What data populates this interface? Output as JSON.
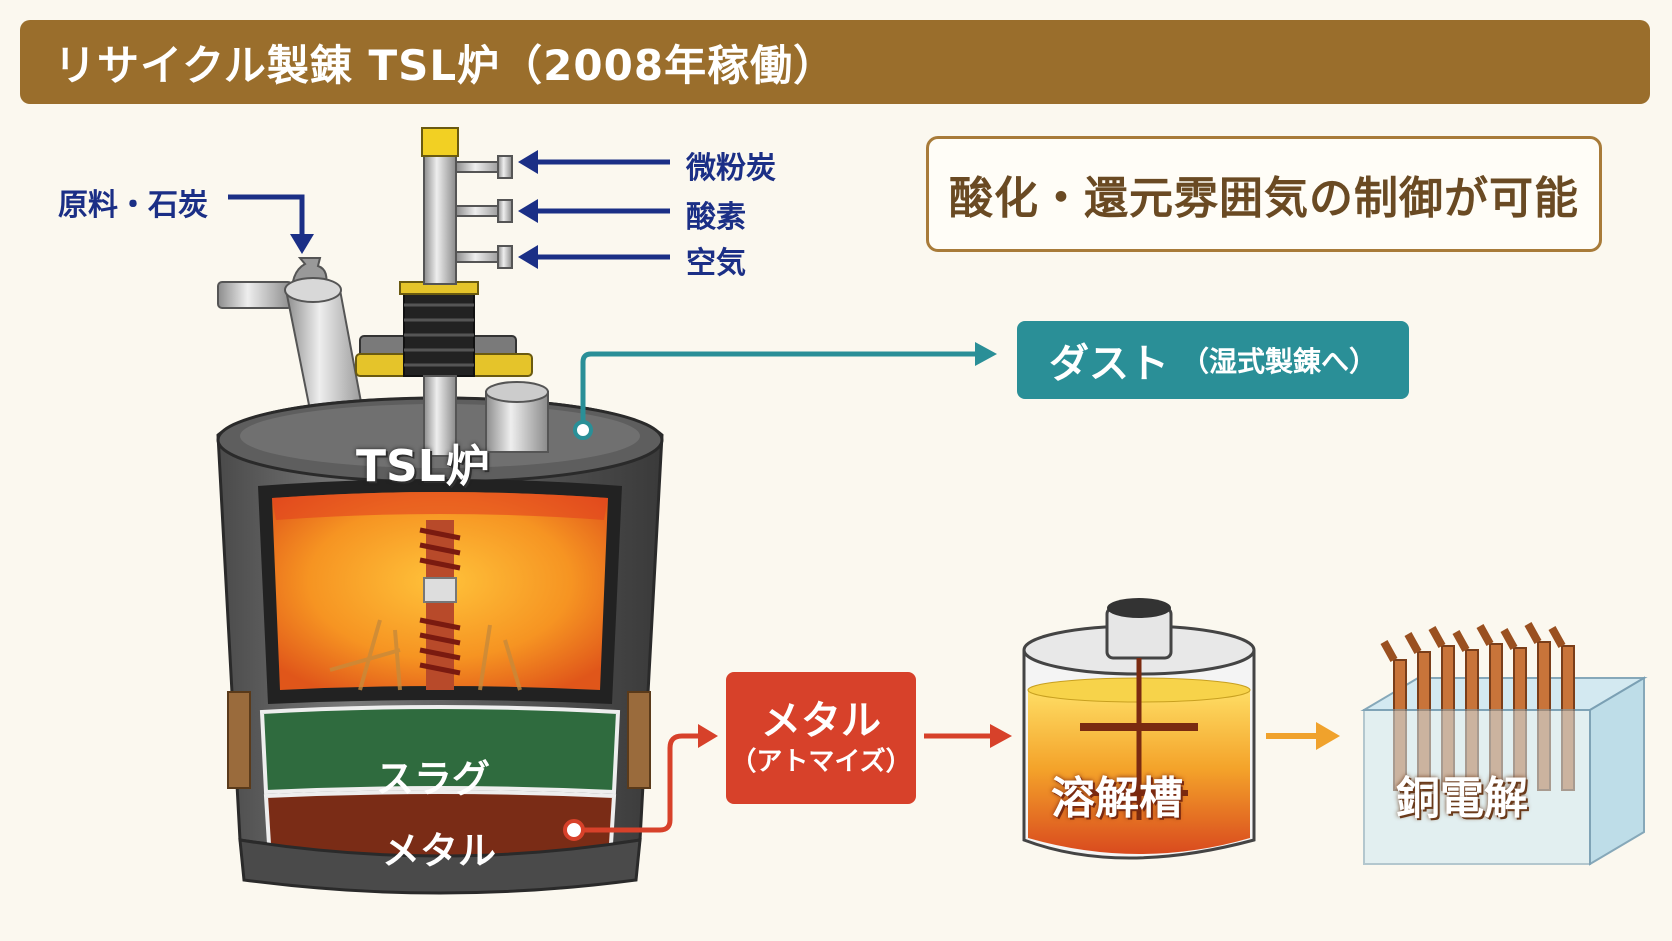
{
  "title": "リサイクル製錬 TSL炉（2008年稼働）",
  "feature": "酸化・還元雰囲気の制御が可能",
  "inputs": {
    "raw": "原料・石炭",
    "fine_coal": "微粉炭",
    "oxygen": "酸素",
    "air": "空気"
  },
  "furnace": {
    "name": "TSL炉",
    "slag": "スラグ",
    "metal": "メタル"
  },
  "dust": {
    "main": "ダスト",
    "sub": "（湿式製錬へ）"
  },
  "metal_out": {
    "main": "メタル",
    "sub": "（アトマイズ）"
  },
  "dissolve_tank": "溶解槽",
  "copper_electrolysis": "銅電解",
  "colors": {
    "title_bg": "#9a6e2c",
    "input_arrow": "#1b2f86",
    "dust": "#2a8f97",
    "metal": "#d7412a",
    "slag": "#2f6b3e",
    "final_arrow": "#f0a22c"
  }
}
